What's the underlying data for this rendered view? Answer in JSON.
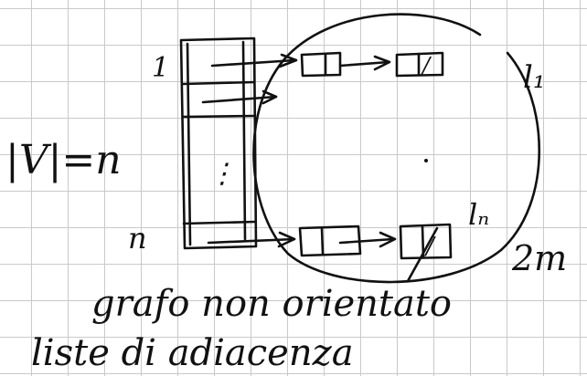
{
  "diagram": {
    "vertex_count_label": "|V|=n",
    "first_index": "1",
    "last_index": "n",
    "vertical_dots": "⋮",
    "list_first_label": "l₁",
    "list_last_label": "lₙ",
    "edge_total": "2m",
    "null_marker": "/",
    "caption_line1": "grafo non orientato",
    "caption_line2": "liste di adiacenza",
    "ink_color": "#111111",
    "grid_color": "#c9c9c9"
  }
}
